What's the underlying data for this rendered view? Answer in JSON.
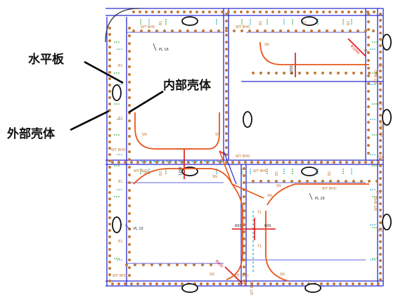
{
  "callouts": {
    "horizontal_plate": "水平板",
    "inner_hull": "内部壳体",
    "outer_hull": "外部壳体"
  },
  "drawing_labels": {
    "wt_bhd": "WT BHD",
    "b1": "B1",
    "sn": "SN",
    "t1": "T1",
    "pl16": "PL 16",
    "pl15": "PL 15",
    "w600": "600",
    "w1200": "1200",
    "w1000": "1000",
    "r900": "R900",
    "r1000": "R1000"
  },
  "colors": {
    "hull_line": "#2b2bd0",
    "stiffener_dot": "#c0793a",
    "curve": "#e8561b",
    "green_mark": "#2aa52a",
    "cyan_mark": "#18a8c8",
    "red_mark": "#dd1111",
    "callout_line": "#000000"
  }
}
